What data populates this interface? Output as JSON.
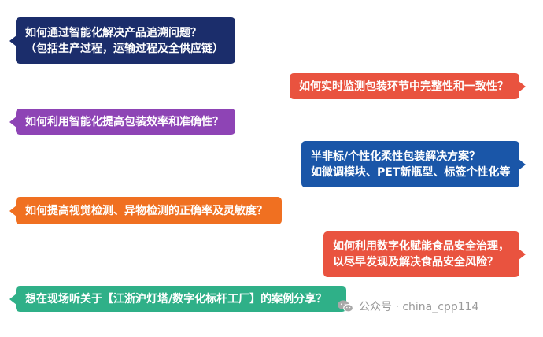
{
  "bubbles": [
    {
      "lines": [
        "如何通过智能化解决产品追溯问题？",
        "（包括生产过程，运输过程及全供应链）"
      ],
      "color": "#1b2d6b"
    },
    {
      "lines": [
        "如何实时监测包装环节中完整性和一致性？"
      ],
      "color": "#e9533f"
    },
    {
      "lines": [
        "如何利用智能化提高包装效率和准确性？"
      ],
      "color": "#8e44b5"
    },
    {
      "lines": [
        "半非标/个性化柔性包装解决方案？",
        "如微调模块、PET新瓶型、标签个性化等"
      ],
      "color": "#1a56a8"
    },
    {
      "lines": [
        "如何提高视觉检测、异物检测的正确率及灵敏度？"
      ],
      "color": "#f07021"
    },
    {
      "lines": [
        "如何利用数字化赋能食品安全治理，",
        "以尽早发现及解决食品安全风险？"
      ],
      "color": "#e9533f"
    },
    {
      "lines": [
        "想在现场听关于【江浙沪灯塔/数字化标杆工厂】的案例分享？"
      ],
      "color": "#2fb088"
    }
  ],
  "watermark": {
    "icon": "wechat-icon",
    "text": "公众号 · china_cpp114",
    "color": "#9a9a9a"
  }
}
